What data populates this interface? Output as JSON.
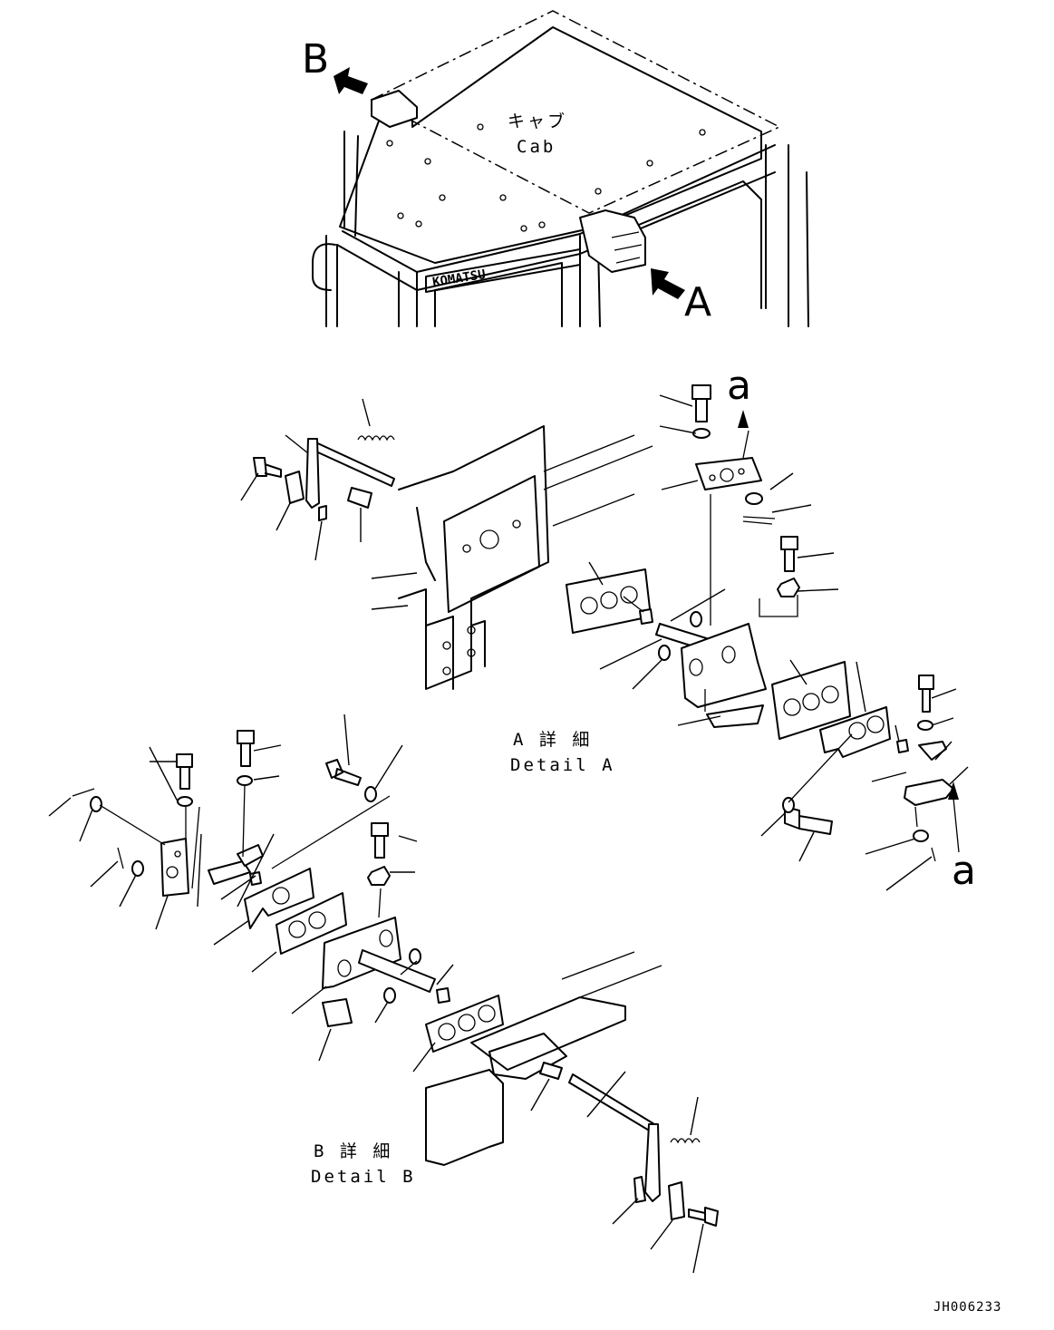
{
  "callouts": {
    "view_a": "A",
    "view_b": "B",
    "ref_a_upper": "a",
    "ref_a_lower": "a"
  },
  "cab": {
    "label_jp": "キャブ",
    "label_en": "Cab",
    "brand": "KOMATSU"
  },
  "detail_a": {
    "label_jp": "A 詳 細",
    "label_en": "Detail A"
  },
  "detail_b": {
    "label_jp": "B 詳 細",
    "label_en": "Detail B"
  },
  "drawing_code": "JH006233",
  "icons": [
    "arrow-icon",
    "bolt-icon",
    "washer-icon",
    "nut-icon",
    "spring-icon",
    "cotter-pin-icon"
  ],
  "colors": {
    "line": "#000000",
    "background": "#ffffff"
  }
}
